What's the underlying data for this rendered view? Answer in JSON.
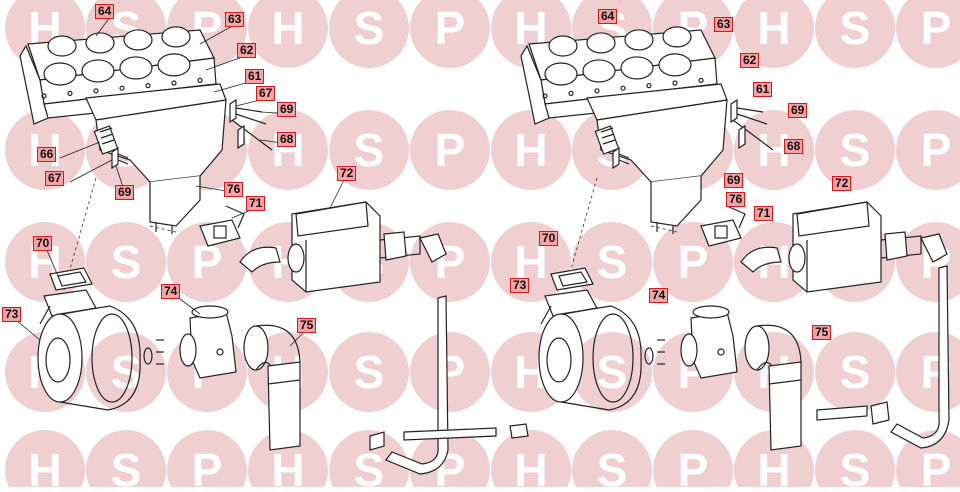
{
  "watermark": {
    "letters": [
      "H",
      "S",
      "P"
    ],
    "circle_color": "#f0cfd1",
    "letter_color": "#ffffff"
  },
  "label_style": {
    "fill": "#f4a3a6",
    "border": "#d01c1f",
    "text": "#111111"
  },
  "diagrams": [
    {
      "name": "left",
      "labels": [
        "64",
        "63",
        "62",
        "61",
        "67",
        "69",
        "68",
        "66",
        "67",
        "69",
        "76",
        "71",
        "72",
        "70",
        "74",
        "73",
        "75"
      ]
    },
    {
      "name": "right",
      "labels": [
        "64",
        "63",
        "62",
        "61",
        "69",
        "68",
        "69",
        "76",
        "71",
        "72",
        "70",
        "74",
        "73",
        "75"
      ]
    }
  ]
}
